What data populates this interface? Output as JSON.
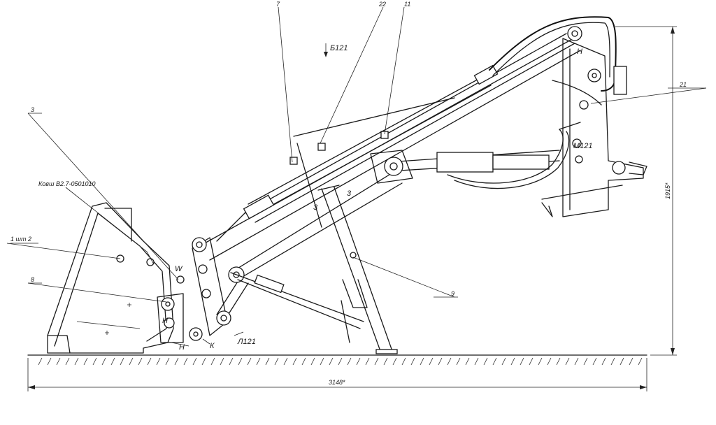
{
  "drawing": {
    "callouts": {
      "c7": "7",
      "c22": "22",
      "c11": "11",
      "c3": "3",
      "c21": "21",
      "c9": "9",
      "c8": "8",
      "c1": "1 шт 2",
      "bucket": "Ковш В2.7-0501010"
    },
    "section_marks": {
      "b121": "Б121",
      "m121": "М121",
      "l121": "Л121",
      "z_left": "3",
      "z_right": "3",
      "n_left": "Н",
      "n_right": "Н",
      "k": "К",
      "w": "W",
      "h_mark": "Н"
    },
    "dimensions": {
      "length": "3148*",
      "height": "1915*"
    }
  }
}
